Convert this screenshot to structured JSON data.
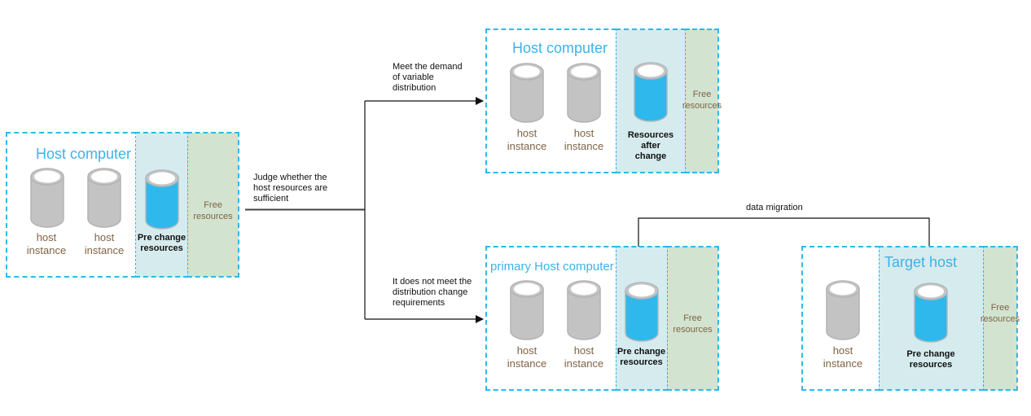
{
  "colors": {
    "border": "#2fb8ec",
    "title": "#3bb3ea",
    "instance_cylinder": "#c3c3c3",
    "resource_cylinder": "#2fb8ec",
    "resource_panel": "#d6ebee",
    "free_panel": "#d2e3d0",
    "label_brown": "#7f6445",
    "line": "#111111"
  },
  "source_host": {
    "title": "Host computer",
    "instances": [
      {
        "icon": "database-cylinder-gray",
        "label1": "host",
        "label2": "instance"
      },
      {
        "icon": "database-cylinder-gray",
        "label1": "host",
        "label2": "instance"
      }
    ],
    "resource": {
      "icon": "database-cylinder-blue",
      "label1": "Pre change",
      "label2": "resources"
    },
    "free": {
      "label1": "Free",
      "label2": "resources"
    }
  },
  "decision": {
    "label1": "Judge whether the",
    "label2": "host resources are",
    "label3": "sufficient"
  },
  "branch_yes": {
    "label1": "Meet the demand",
    "label2": "of variable",
    "label3": "distribution"
  },
  "branch_no": {
    "label1": "It does not meet the",
    "label2": "distribution change",
    "label3": "requirements"
  },
  "host_after": {
    "title": "Host computer",
    "instances": [
      {
        "icon": "database-cylinder-gray",
        "label1": "host",
        "label2": "instance"
      },
      {
        "icon": "database-cylinder-gray",
        "label1": "host",
        "label2": "instance"
      }
    ],
    "resource": {
      "icon": "database-cylinder-blue",
      "label1": "Resources",
      "label2": "after",
      "label3": "change"
    },
    "free": {
      "label1": "Free",
      "label2": "resources"
    }
  },
  "primary_host": {
    "title": "primary Host computer",
    "instances": [
      {
        "icon": "database-cylinder-gray",
        "label1": "host",
        "label2": "instance"
      },
      {
        "icon": "database-cylinder-gray",
        "label1": "host",
        "label2": "instance"
      }
    ],
    "resource": {
      "icon": "database-cylinder-blue",
      "label1": "Pre change",
      "label2": "resources"
    },
    "free": {
      "label1": "Free",
      "label2": "resources"
    }
  },
  "migration": {
    "label": "data migration"
  },
  "target_host": {
    "title": "Target host",
    "instances": [
      {
        "icon": "database-cylinder-gray",
        "label1": "host",
        "label2": "instance"
      }
    ],
    "resource": {
      "icon": "database-cylinder-blue",
      "label1": "Pre change",
      "label2": "resources"
    },
    "free": {
      "label1": "Free",
      "label2": "resources"
    }
  }
}
